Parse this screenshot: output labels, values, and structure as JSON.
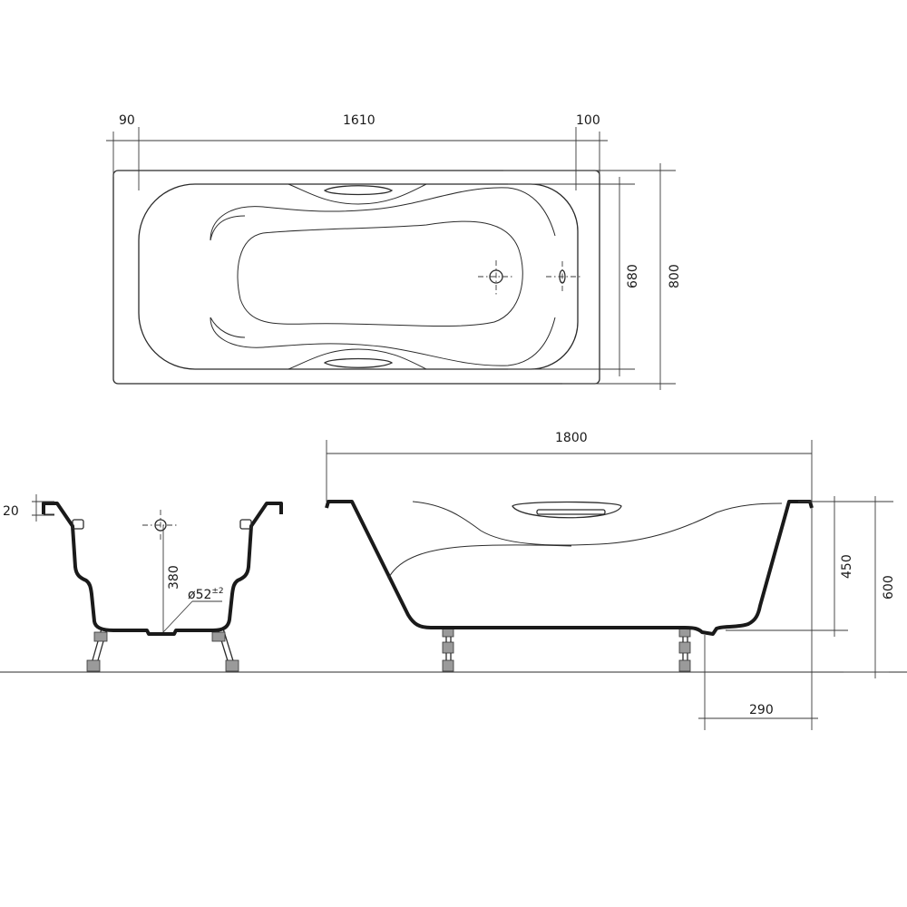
{
  "labels": {
    "top_left_margin": "90",
    "top_inner_length": "1610",
    "top_right_margin": "100",
    "inner_width": "680",
    "outer_width": "800",
    "total_length": "1800",
    "rim_thickness": "20",
    "drain_height": "380",
    "drain_diameter": "ø52",
    "drain_tolerance": "±2",
    "inner_height": "450",
    "total_height": "600",
    "leg_offset": "290"
  }
}
